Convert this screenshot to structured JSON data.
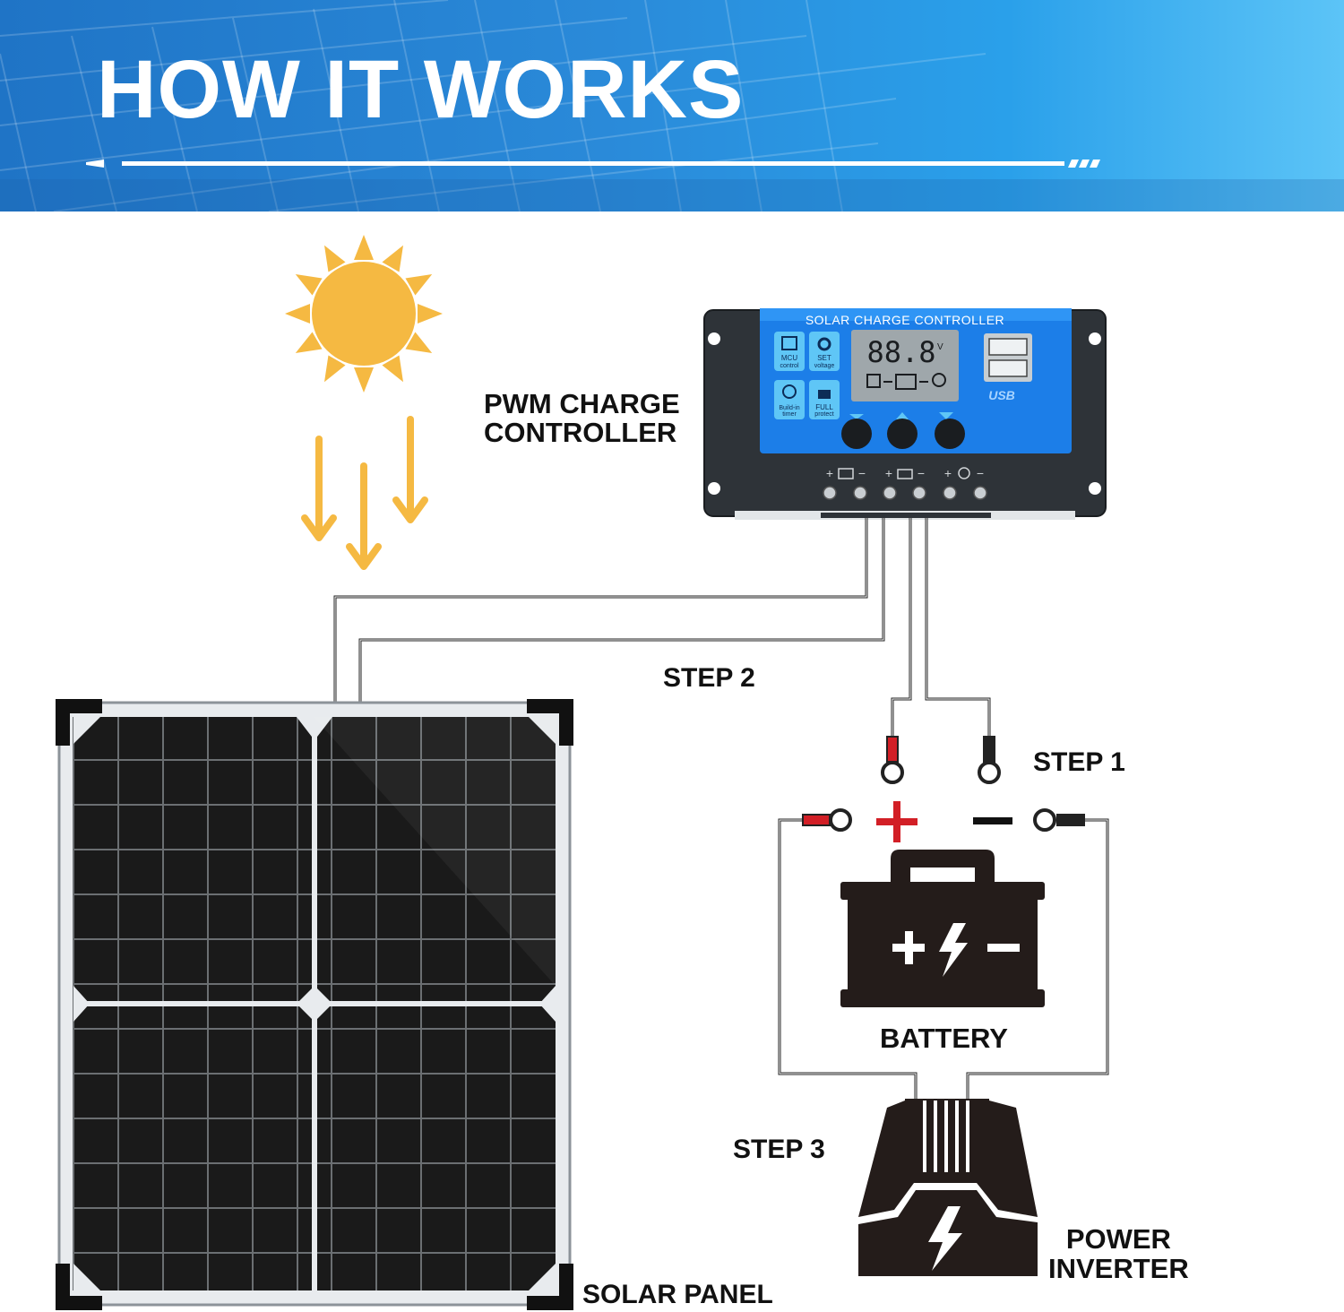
{
  "banner": {
    "title": "HOW IT WORKS"
  },
  "labels": {
    "charge_controller_line1": "PWM CHARGE",
    "charge_controller_line2": "CONTROLLER",
    "step2": "STEP 2",
    "step1": "STEP 1",
    "step3": "STEP 3",
    "battery": "BATTERY",
    "power_inverter_line1": "POWER",
    "power_inverter_line2": "INVERTER",
    "solar_panel": "SOLAR PANEL"
  },
  "controller": {
    "header": "SOLAR CHARGE CONTROLLER",
    "display": "88.8",
    "display_unit": "V",
    "buttons": [
      {
        "line1": "MCU",
        "line2": "control"
      },
      {
        "line1": "SET",
        "line2": "voltage"
      },
      {
        "line1": "Build-in",
        "line2": "timer"
      },
      {
        "line1": "FULL",
        "line2": "protect"
      }
    ],
    "usb_label": "USB",
    "terminal_signs": [
      "+",
      "−",
      "+",
      "−",
      "+",
      "−"
    ]
  },
  "battery": {
    "plus_sign": "+",
    "minus_sign": "−"
  },
  "colors": {
    "banner": "#2a8ad9",
    "sun": "#f5b942",
    "controller_face": "#1c7ee8",
    "controller_body": "#2e3338",
    "positive": "#d21f26",
    "negative": "#111111",
    "text": "#111111"
  }
}
